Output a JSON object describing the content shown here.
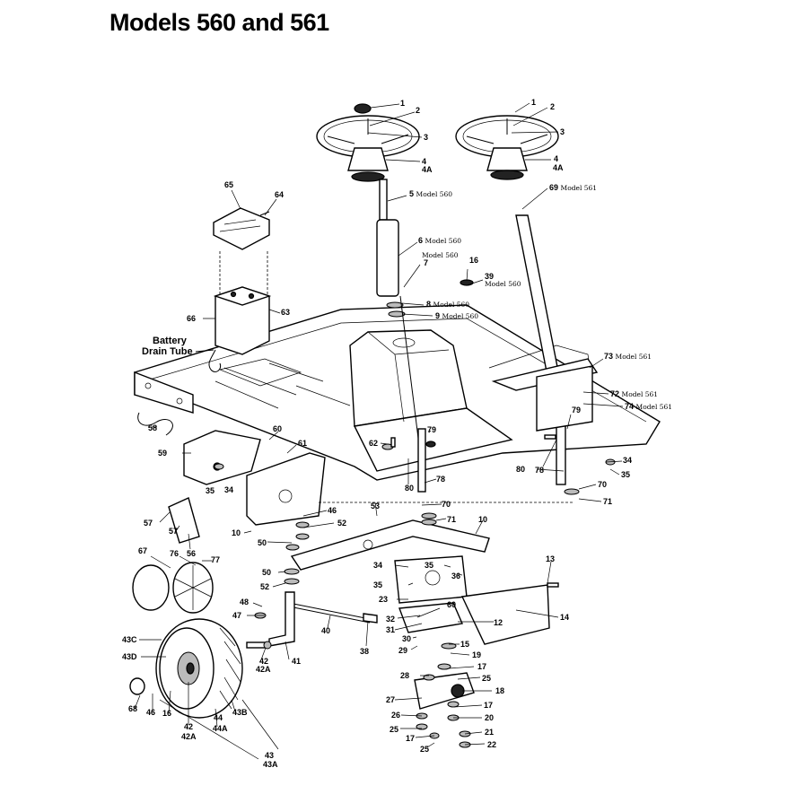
{
  "title": "Models 560 and 561",
  "battery_label_line1": "Battery",
  "battery_label_line2": "Drain Tube",
  "callouts": [
    {
      "id": "c-1a",
      "num": "1",
      "note": ""
    },
    {
      "id": "c-2a",
      "num": "2",
      "note": ""
    },
    {
      "id": "c-3a",
      "num": "3",
      "note": ""
    },
    {
      "id": "c-4a",
      "num": "4",
      "note": ""
    },
    {
      "id": "c-4Aa",
      "num": "4A",
      "note": ""
    },
    {
      "id": "c-1b",
      "num": "1",
      "note": ""
    },
    {
      "id": "c-2b",
      "num": "2",
      "note": ""
    },
    {
      "id": "c-3b",
      "num": "3",
      "note": ""
    },
    {
      "id": "c-4b",
      "num": "4",
      "note": ""
    },
    {
      "id": "c-4Ab",
      "num": "4A",
      "note": ""
    },
    {
      "id": "c-5",
      "num": "5",
      "note": "Model 560"
    },
    {
      "id": "c-69",
      "num": "69",
      "note": "Model 561"
    },
    {
      "id": "c-65",
      "num": "65",
      "note": ""
    },
    {
      "id": "c-64",
      "num": "64",
      "note": ""
    },
    {
      "id": "c-6",
      "num": "6",
      "note": "Model 560"
    },
    {
      "id": "c-7",
      "num": "7",
      "note": "Model 560"
    },
    {
      "id": "c-16a",
      "num": "16",
      "note": ""
    },
    {
      "id": "c-39",
      "num": "39",
      "note": "Model 560"
    },
    {
      "id": "c-8",
      "num": "8",
      "note": "Model 560"
    },
    {
      "id": "c-9",
      "num": "9",
      "note": "Model 560"
    },
    {
      "id": "c-66",
      "num": "66",
      "note": ""
    },
    {
      "id": "c-63",
      "num": "63",
      "note": ""
    },
    {
      "id": "c-73",
      "num": "73",
      "note": "Model 561"
    },
    {
      "id": "c-72",
      "num": "72",
      "note": "Model 561"
    },
    {
      "id": "c-74",
      "num": "74",
      "note": "Model 561"
    },
    {
      "id": "c-58",
      "num": "58",
      "note": ""
    },
    {
      "id": "c-60a",
      "num": "60",
      "note": ""
    },
    {
      "id": "c-61",
      "num": "61",
      "note": ""
    },
    {
      "id": "c-59",
      "num": "59",
      "note": ""
    },
    {
      "id": "c-62",
      "num": "62",
      "note": ""
    },
    {
      "id": "c-79a",
      "num": "79",
      "note": ""
    },
    {
      "id": "c-79b",
      "num": "79",
      "note": ""
    },
    {
      "id": "c-80a",
      "num": "80",
      "note": ""
    },
    {
      "id": "c-80b",
      "num": "80",
      "note": ""
    },
    {
      "id": "c-78a",
      "num": "78",
      "note": ""
    },
    {
      "id": "c-78b",
      "num": "78",
      "note": ""
    },
    {
      "id": "c-34a",
      "num": "34",
      "note": ""
    },
    {
      "id": "c-35a",
      "num": "35",
      "note": ""
    },
    {
      "id": "c-35b",
      "num": "35",
      "note": ""
    },
    {
      "id": "c-34b",
      "num": "34",
      "note": ""
    },
    {
      "id": "c-70a",
      "num": "70",
      "note": ""
    },
    {
      "id": "c-71a",
      "num": "71",
      "note": ""
    },
    {
      "id": "c-70b",
      "num": "70",
      "note": ""
    },
    {
      "id": "c-71b",
      "num": "71",
      "note": ""
    },
    {
      "id": "c-57a",
      "num": "57",
      "note": ""
    },
    {
      "id": "c-57b",
      "num": "57",
      "note": ""
    },
    {
      "id": "c-56",
      "num": "56",
      "note": ""
    },
    {
      "id": "c-10a",
      "num": "10",
      "note": ""
    },
    {
      "id": "c-46",
      "num": "46",
      "note": ""
    },
    {
      "id": "c-52a",
      "num": "52",
      "note": ""
    },
    {
      "id": "c-50a",
      "num": "50",
      "note": ""
    },
    {
      "id": "c-53",
      "num": "53",
      "note": ""
    },
    {
      "id": "c-10b",
      "num": "10",
      "note": ""
    },
    {
      "id": "c-67",
      "num": "67",
      "note": ""
    },
    {
      "id": "c-76",
      "num": "76",
      "note": ""
    },
    {
      "id": "c-77",
      "num": "77",
      "note": ""
    },
    {
      "id": "c-50b",
      "num": "50",
      "note": ""
    },
    {
      "id": "c-52b",
      "num": "52",
      "note": ""
    },
    {
      "id": "c-34c",
      "num": "34",
      "note": ""
    },
    {
      "id": "c-35c",
      "num": "35",
      "note": ""
    },
    {
      "id": "c-35d",
      "num": "35",
      "note": ""
    },
    {
      "id": "c-36",
      "num": "36",
      "note": ""
    },
    {
      "id": "c-13",
      "num": "13",
      "note": ""
    },
    {
      "id": "c-23",
      "num": "23",
      "note": ""
    },
    {
      "id": "c-48",
      "num": "48",
      "note": ""
    },
    {
      "id": "c-47",
      "num": "47",
      "note": ""
    },
    {
      "id": "c-60b",
      "num": "60",
      "note": ""
    },
    {
      "id": "c-32",
      "num": "32",
      "note": ""
    },
    {
      "id": "c-31",
      "num": "31",
      "note": ""
    },
    {
      "id": "c-12",
      "num": "12",
      "note": ""
    },
    {
      "id": "c-14",
      "num": "14",
      "note": ""
    },
    {
      "id": "c-40",
      "num": "40",
      "note": ""
    },
    {
      "id": "c-38",
      "num": "38",
      "note": ""
    },
    {
      "id": "c-30",
      "num": "30",
      "note": ""
    },
    {
      "id": "c-29",
      "num": "29",
      "note": ""
    },
    {
      "id": "c-15",
      "num": "15",
      "note": ""
    },
    {
      "id": "c-19",
      "num": "19",
      "note": ""
    },
    {
      "id": "c-43C",
      "num": "43C",
      "note": ""
    },
    {
      "id": "c-43D",
      "num": "43D",
      "note": ""
    },
    {
      "id": "c-41",
      "num": "41",
      "note": ""
    },
    {
      "id": "c-42a",
      "num": "42",
      "note": ""
    },
    {
      "id": "c-42Aa",
      "num": "42A",
      "note": ""
    },
    {
      "id": "c-28",
      "num": "28",
      "note": ""
    },
    {
      "id": "c-17a",
      "num": "17",
      "note": ""
    },
    {
      "id": "c-25a",
      "num": "25",
      "note": ""
    },
    {
      "id": "c-18",
      "num": "18",
      "note": ""
    },
    {
      "id": "c-27",
      "num": "27",
      "note": ""
    },
    {
      "id": "c-17b",
      "num": "17",
      "note": ""
    },
    {
      "id": "c-68",
      "num": "68",
      "note": ""
    },
    {
      "id": "c-46b",
      "num": "46",
      "note": ""
    },
    {
      "id": "c-16b",
      "num": "16",
      "note": ""
    },
    {
      "id": "c-43B",
      "num": "43B",
      "note": ""
    },
    {
      "id": "c-44",
      "num": "44",
      "note": ""
    },
    {
      "id": "c-44A",
      "num": "44A",
      "note": ""
    },
    {
      "id": "c-42b",
      "num": "42",
      "note": ""
    },
    {
      "id": "c-42Ab",
      "num": "42A",
      "note": ""
    },
    {
      "id": "c-26",
      "num": "26",
      "note": ""
    },
    {
      "id": "c-20",
      "num": "20",
      "note": ""
    },
    {
      "id": "c-25b",
      "num": "25",
      "note": ""
    },
    {
      "id": "c-17c",
      "num": "17",
      "note": ""
    },
    {
      "id": "c-21",
      "num": "21",
      "note": ""
    },
    {
      "id": "c-25c",
      "num": "25",
      "note": ""
    },
    {
      "id": "c-22",
      "num": "22",
      "note": ""
    },
    {
      "id": "c-43",
      "num": "43",
      "note": ""
    },
    {
      "id": "c-43A",
      "num": "43A",
      "note": ""
    }
  ]
}
